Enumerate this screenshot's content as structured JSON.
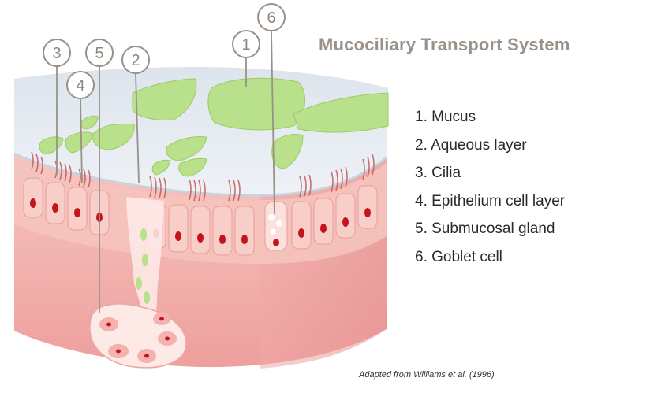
{
  "title": "Mucociliary Transport System",
  "legend": [
    "1.  Mucus",
    "2. Aqueous layer",
    "3. Cilia",
    "4. Epithelium cell layer",
    "5. Submucosal gland",
    "6. Goblet cell"
  ],
  "callouts": [
    "1",
    "2",
    "3",
    "4",
    "5",
    "6"
  ],
  "credit": "Adapted from Williams et al. (1996)",
  "colors": {
    "mucus": "#b9e08a",
    "aqueous": "#e4ecf4",
    "tissue": "#f2b8b4",
    "cell": "#f7cac4",
    "nucleus": "#c4141e",
    "callout_stroke": "#999189",
    "title": "#9a928a"
  }
}
